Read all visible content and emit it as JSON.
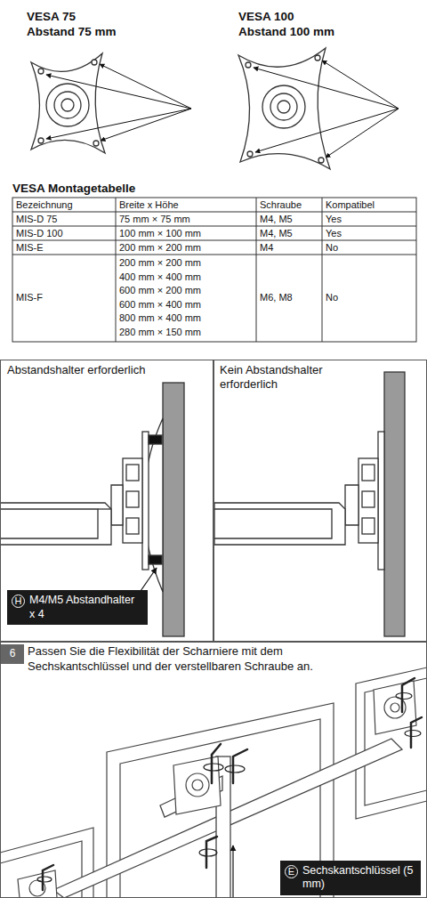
{
  "diagram": {
    "nodes": [
      {
        "text": [
          "Abstandshalter erforderlich"
        ]
      },
      {
        "text": [
          "H",
          "M4/M5 Abstandhalter x 4"
        ],
        "in": 0
      },
      {
        "text": [
          "Kein Abstandshalter erforderlich"
        ]
      },
      {
        "text": [
          "Passen Sie die Flexibilität der Scharniere mit dem Sechskantschlüssel und der verstellbaren Schraube an."
        ]
      },
      {
        "text": [
          "6"
        ],
        "in": 3
      },
      {
        "text": [
          "E",
          "Sechskantschlüssel (5 mm)"
        ],
        "in": 3
      }
    ],
    "labels": [
      "VESA 75",
      "Abstand 75 mm",
      "VESA 100",
      "Abstand 100 mm",
      "VESA Montagetabelle",
      "Bezeichnung",
      "Breite x Höhe",
      "Schraube",
      "Kompatibel",
      "MIS-D 75",
      "75 mm × 75 mm",
      "M4, M5",
      "Yes",
      "MIS-D 100",
      "100 mm × 100 mm",
      "M4, M5",
      "Yes",
      "MIS-E",
      "200 mm × 200 mm",
      "M4",
      "No",
      "MIS-F",
      "200 mm × 200 mm",
      "400 mm × 400 mm",
      "600 mm × 200 mm",
      "600 mm × 400 mm",
      "800 mm × 400 mm",
      "280 mm × 150 mm",
      "M6, M8",
      "No"
    ]
  }
}
